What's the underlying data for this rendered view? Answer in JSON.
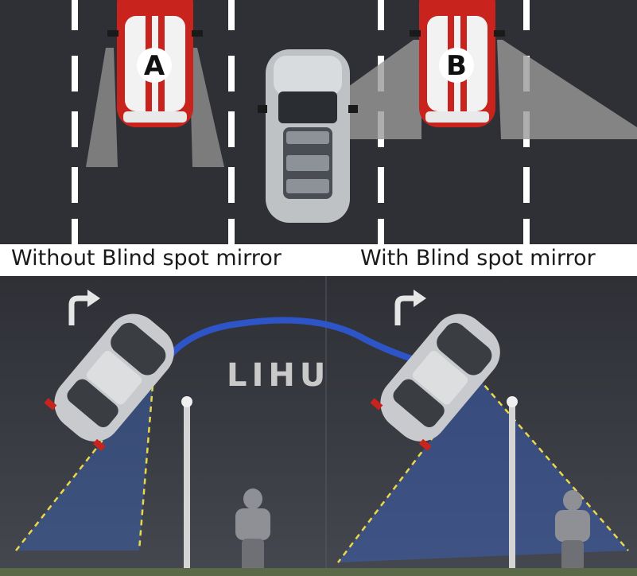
{
  "captions": {
    "without": "Without Blind spot mirror",
    "with": "With Blind spot mirror"
  },
  "cars": {
    "left_label": "A",
    "right_label": "B"
  },
  "logo": "LIHU",
  "colors": {
    "road": "#2f3036",
    "lane_marking": "#ffffff",
    "car_red": "#c9231e",
    "view_zone": "#8a8a8a",
    "sight_line": "#e8d84a",
    "view_cone": "#3a5fb0",
    "logo_swoosh": "#2d55c8"
  },
  "icons": [
    "turn-right-arrow-icon",
    "turn-right-arrow-icon"
  ]
}
